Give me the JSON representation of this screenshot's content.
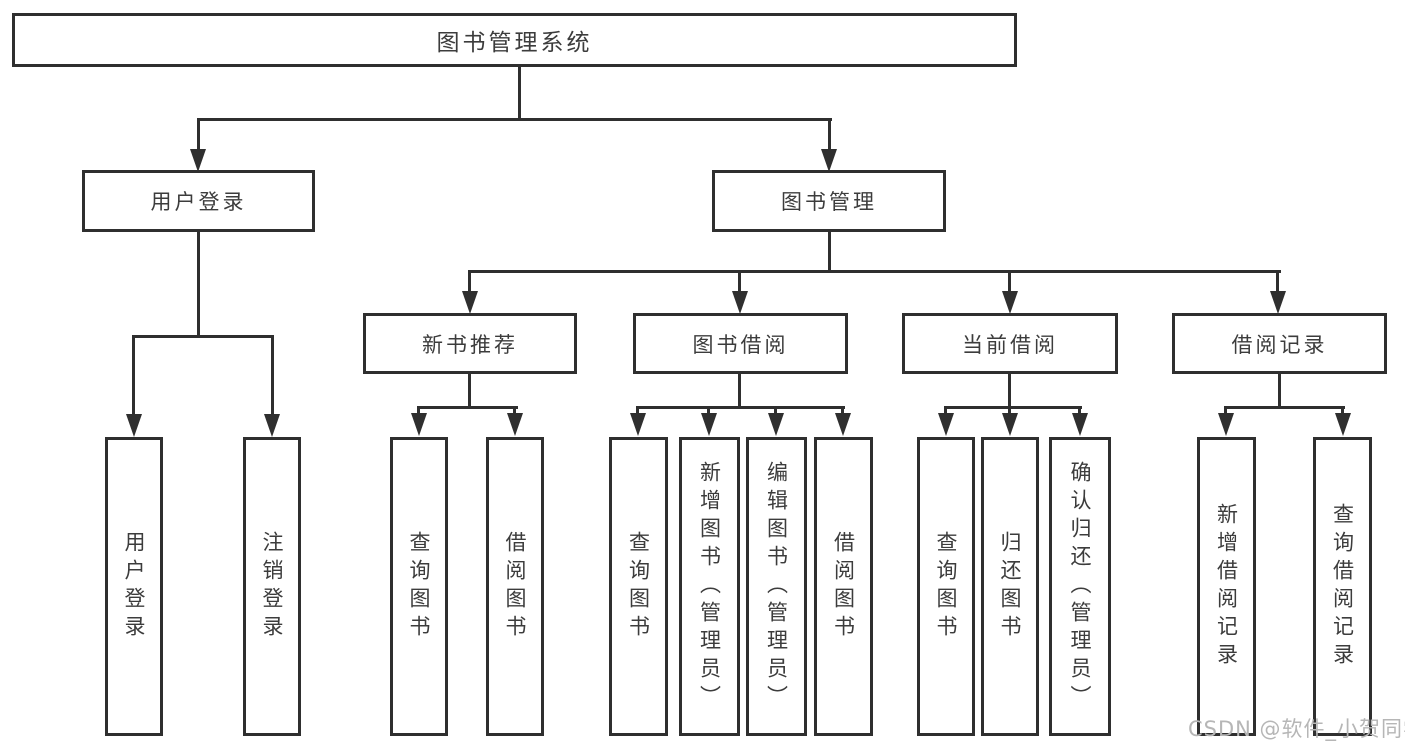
{
  "tree": {
    "label": "图书管理系统",
    "children": [
      {
        "label": "用户登录",
        "children": [
          {
            "label": "用户登录"
          },
          {
            "label": "注销登录"
          }
        ]
      },
      {
        "label": "图书管理",
        "children": [
          {
            "label": "新书推荐",
            "children": [
              {
                "label": "查询图书"
              },
              {
                "label": "借阅图书"
              }
            ]
          },
          {
            "label": "图书借阅",
            "children": [
              {
                "label": "查询图书"
              },
              {
                "label": "新增图书（管理员）"
              },
              {
                "label": "编辑图书（管理员）"
              },
              {
                "label": "借阅图书"
              }
            ]
          },
          {
            "label": "当前借阅",
            "children": [
              {
                "label": "查询图书"
              },
              {
                "label": "归还图书"
              },
              {
                "label": "确认归还（管理员）"
              }
            ]
          },
          {
            "label": "借阅记录",
            "children": [
              {
                "label": "新增借阅记录"
              },
              {
                "label": "查询借阅记录"
              }
            ]
          }
        ]
      }
    ]
  },
  "watermark": "CSDN @软件_小贺同学",
  "colors": {
    "line": "#2f2f2f",
    "text": "#3c3c3c",
    "watermark": "#b6b6b6",
    "background": "#ffffff"
  }
}
